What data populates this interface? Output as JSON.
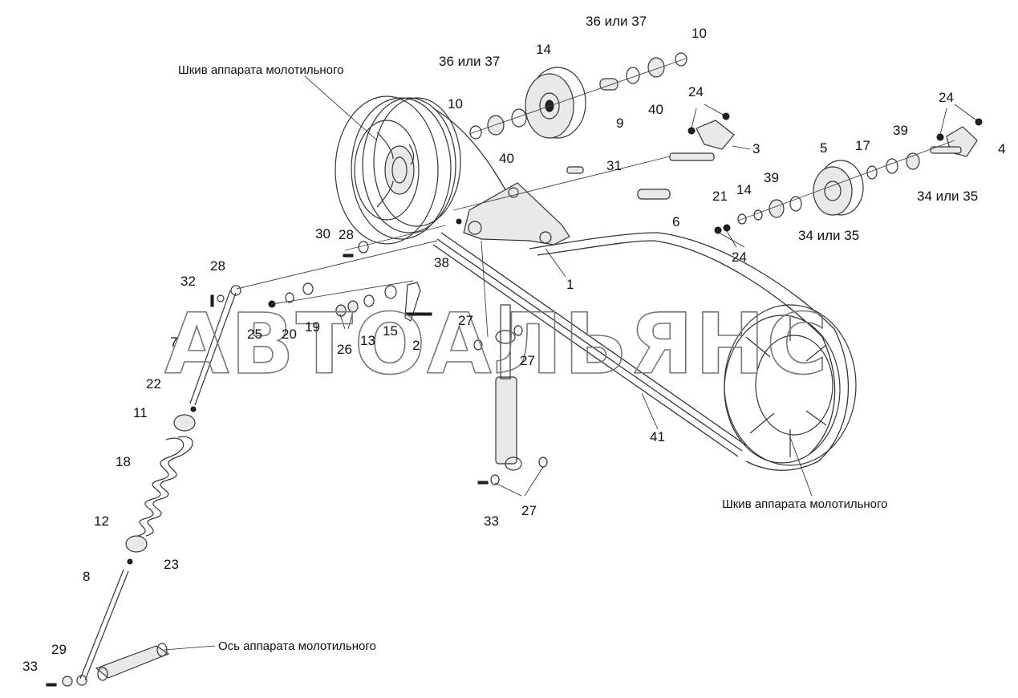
{
  "watermark": "АВТОАЛЬЯНС",
  "captions": {
    "pulley_top": "Шкив аппарата молотильного",
    "pulley_bottom": "Шкив аппарата молотильного",
    "axis": "Ось аппарата молотильного"
  },
  "labels": {
    "l36a": "36 или 37",
    "l36b": "36 или 37",
    "l10a": "10",
    "l10b": "10",
    "l14a": "14",
    "l14b": "14",
    "l9": "9",
    "l40a": "40",
    "l40b": "40",
    "l24a": "24",
    "l24b": "24",
    "l24c": "24",
    "l3": "3",
    "l4": "4",
    "l5": "5",
    "l17": "17",
    "l39a": "39",
    "l39b": "39",
    "l34a": "34 или 35",
    "l34b": "34 или 35",
    "l21": "21",
    "l31": "31",
    "l6": "6",
    "l28a": "28",
    "l28b": "28",
    "l30": "30",
    "l38": "38",
    "l1": "1",
    "l32": "32",
    "l25": "25",
    "l20": "20",
    "l19": "19",
    "l26": "26",
    "l13": "13",
    "l15": "15",
    "l2": "2",
    "l27a": "27",
    "l27b": "27",
    "l27c": "27",
    "l7": "7",
    "l22": "22",
    "l11": "11",
    "l18": "18",
    "l12": "12",
    "l23": "23",
    "l8": "8",
    "l33a": "33",
    "l33b": "33",
    "l29": "29",
    "l41": "41"
  }
}
